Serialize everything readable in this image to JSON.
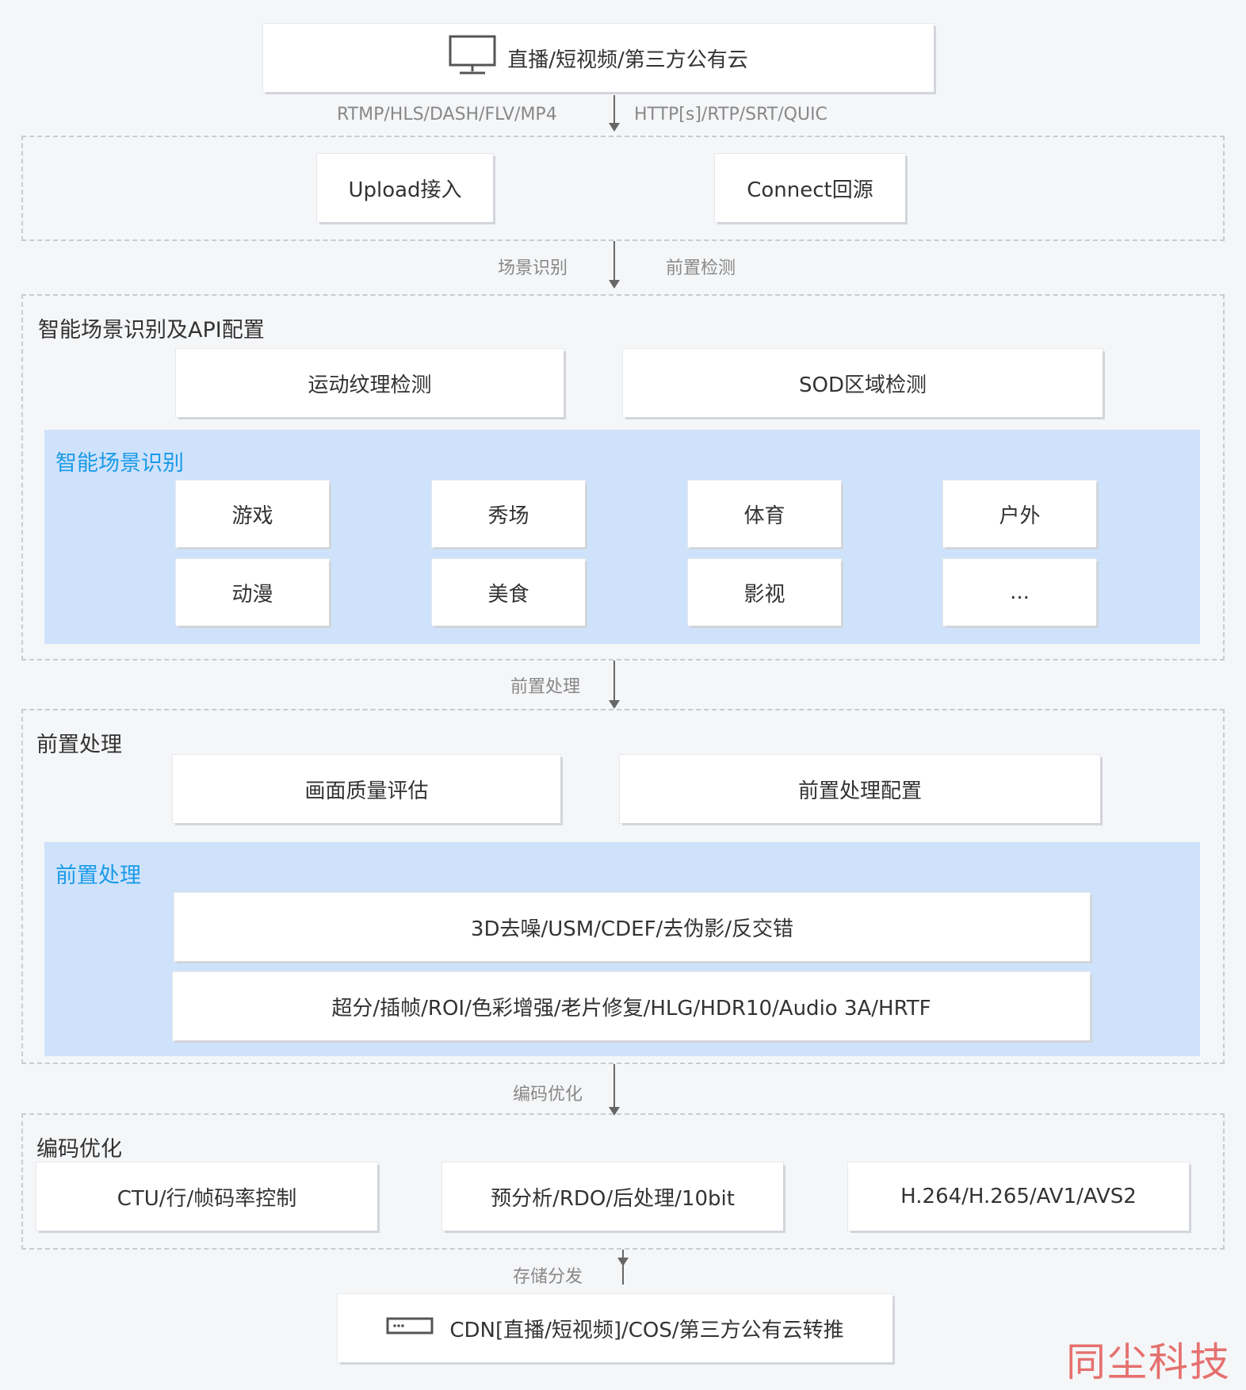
{
  "top_source": {
    "icon": "monitor-icon",
    "label": "直播/短视频/第三方公有云"
  },
  "protocols": {
    "left": "RTMP/HLS/DASH/FLV/MP4",
    "right": "HTTP[s]/RTP/SRT/QUIC"
  },
  "ingest": {
    "upload": "Upload接入",
    "connect": "Connect回源"
  },
  "edge1": {
    "left": "场景识别",
    "right": "前置检测"
  },
  "scene_section": {
    "title": "智能场景识别及API配置",
    "modules": [
      "运动纹理检测",
      "SOD区域检测"
    ],
    "panel_title": "智能场景识别",
    "scenes": [
      "游戏",
      "秀场",
      "体育",
      "户外",
      "动漫",
      "美食",
      "影视",
      "..."
    ]
  },
  "edge2": "前置处理",
  "pre_section": {
    "title": "前置处理",
    "modules": [
      "画面质量评估",
      "前置处理配置"
    ],
    "panel_title": "前置处理",
    "rows": [
      "3D去噪/USM/CDEF/去伪影/反交错",
      "超分/插帧/ROI/色彩增强/老片修复/HLG/HDR10/Audio 3A/HRTF"
    ]
  },
  "edge3": "编码优化",
  "encode_section": {
    "title": "编码优化",
    "modules": [
      "CTU/行/帧码率控制",
      "预分析/RDO/后处理/10bit",
      "H.264/H.265/AV1/AVS2"
    ]
  },
  "edge4": "存储分发",
  "output": {
    "icon": "server-icon",
    "label": "CDN[直播/短视频]/COS/第三方公有云转推"
  },
  "watermark": "同尘科技"
}
